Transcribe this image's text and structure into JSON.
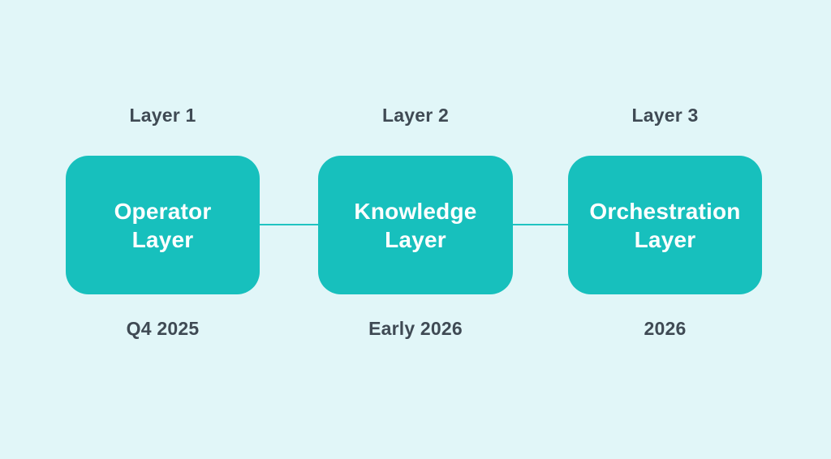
{
  "colors": {
    "background": "#e1f6f8",
    "box": "#17c0bd",
    "box-text": "#ffffff",
    "label-text": "#3f4a54",
    "connector": "#20c4c1"
  },
  "layers": [
    {
      "tier_label": "Layer 1",
      "name_lines": [
        "Operator",
        "Layer"
      ],
      "timeline": "Q4 2025"
    },
    {
      "tier_label": "Layer 2",
      "name_lines": [
        "Knowledge",
        "Layer"
      ],
      "timeline": "Early 2026"
    },
    {
      "tier_label": "Layer 3",
      "name_lines": [
        "Orchestration",
        "Layer"
      ],
      "timeline": "2026"
    }
  ]
}
